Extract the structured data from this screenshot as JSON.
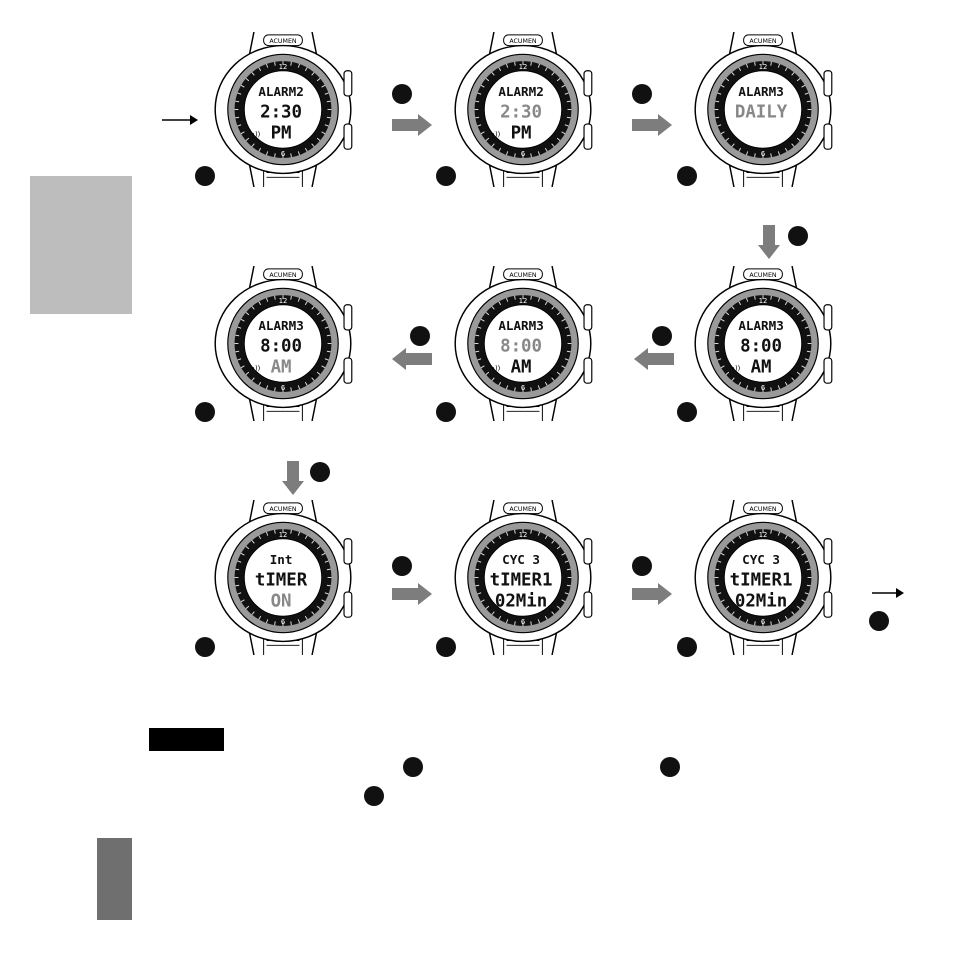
{
  "brand": "ACUMEN",
  "steps": [
    {
      "line1": "ALARM2",
      "line2": "2:30",
      "line3": "PM",
      "dim": [],
      "sound": true
    },
    {
      "line1": "ALARM2",
      "line2": "2:30",
      "line3": "PM",
      "dim": [
        "line2"
      ],
      "sound": true
    },
    {
      "line1": "ALARM3",
      "line2": "DAILY",
      "line3": "",
      "dim": [
        "line2"
      ],
      "sound": false
    },
    {
      "line1": "ALARM3",
      "line2": "8:00",
      "line3": "AM",
      "dim": [
        "line3"
      ],
      "sound": true
    },
    {
      "line1": "ALARM3",
      "line2": "8:00",
      "line3": "AM",
      "dim": [
        "line2"
      ],
      "sound": true
    },
    {
      "line1": "ALARM3",
      "line2": "8:00",
      "line3": "AM",
      "dim": [],
      "sound": true
    },
    {
      "line1": "Int",
      "line2": "tIMER",
      "line3": "ON",
      "dim": [
        "line3"
      ],
      "sound": false
    },
    {
      "line1": "CYC 3",
      "line2": "tIMER1",
      "line3": "02Min",
      "dim": [],
      "sound": false
    },
    {
      "line1": "CYC 3",
      "line2": "tIMER1",
      "line3": "02Min",
      "dim": [],
      "sound": false
    }
  ],
  "bezel_numbers": {
    "top": "12",
    "bottom": "6"
  }
}
